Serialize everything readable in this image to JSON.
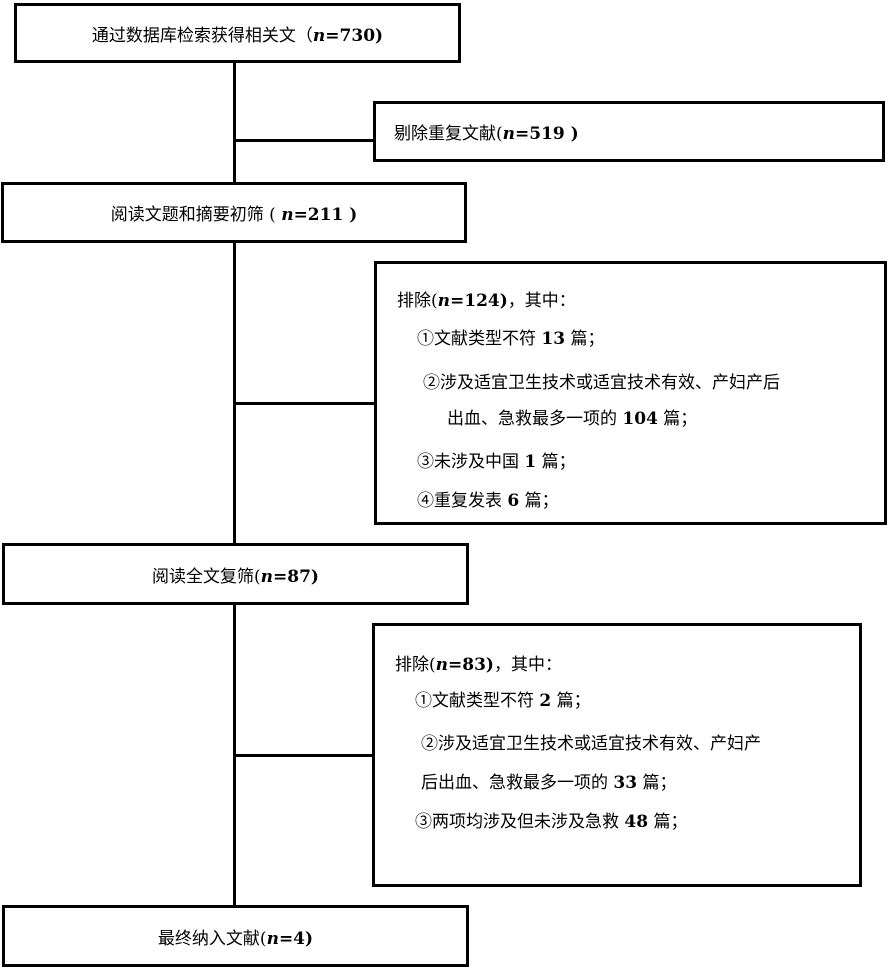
{
  "flow": {
    "step1": {
      "text": "通过数据库检索获得相关文（",
      "n_label": "n",
      "n_value": "=730)"
    },
    "dedup": {
      "text": "剔除重复文献(",
      "n_label": "n",
      "n_value": "=519 )"
    },
    "step2": {
      "text": "阅读文题和摘要初筛 ( ",
      "n_label": "n",
      "n_value": "=211 )"
    },
    "exclude1": {
      "heading_pre": "排除(",
      "n_label": "n",
      "n_value": "=124)",
      "heading_post": "，其中：",
      "items": [
        {
          "pre": "①文献类型不符 ",
          "num": "13",
          "post": " 篇；"
        },
        {
          "pre": "②涉及适宜卫生技术或适宜技术有效、产妇产后",
          "num": "",
          "post": ""
        },
        {
          "pre": "出血、急救最多一项的 ",
          "num": "104",
          "post": " 篇；"
        },
        {
          "pre": "③未涉及中国 ",
          "num": "1",
          "post": " 篇；"
        },
        {
          "pre": "④重复发表 ",
          "num": "6",
          "post": " 篇；"
        }
      ]
    },
    "step3": {
      "text": "阅读全文复筛(",
      "n_label": "n",
      "n_value": "=87)"
    },
    "exclude2": {
      "heading_pre": "排除(",
      "n_label": "n",
      "n_value": "=83)",
      "heading_post": "，其中：",
      "items": [
        {
          "pre": "①文献类型不符 ",
          "num": "2",
          "post": " 篇；"
        },
        {
          "pre": "②涉及适宜卫生技术或适宜技术有效、产妇产",
          "num": "",
          "post": ""
        },
        {
          "pre": "后出血、急救最多一项的 ",
          "num": "33",
          "post": " 篇；"
        },
        {
          "pre": "③两项均涉及但未涉及急救 ",
          "num": "48",
          "post": " 篇；"
        }
      ]
    },
    "final": {
      "text": "最终纳入文献(",
      "n_label": "n",
      "n_value": "=4)"
    }
  }
}
